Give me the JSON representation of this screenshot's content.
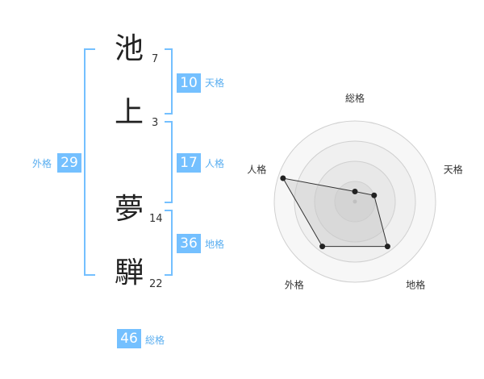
{
  "name": {
    "chars": [
      {
        "char": "池",
        "strokes": "7"
      },
      {
        "char": "上",
        "strokes": "3"
      },
      {
        "char": "夢",
        "strokes": "14"
      },
      {
        "char": "騨",
        "strokes": "22"
      }
    ]
  },
  "kakusu": {
    "tenkaku": {
      "value": "10",
      "label": "天格"
    },
    "jinkaku": {
      "value": "17",
      "label": "人格"
    },
    "chikaku": {
      "value": "36",
      "label": "地格"
    },
    "gaikaku": {
      "value": "29",
      "label": "外格"
    },
    "soukaku": {
      "value": "46",
      "label": "総格"
    }
  },
  "chart_data": {
    "type": "radar",
    "axes": [
      "総格",
      "天格",
      "地格",
      "外格",
      "人格"
    ],
    "rings": 4,
    "max": 4,
    "values": [
      0.5,
      1.0,
      2.75,
      2.75,
      3.75
    ]
  }
}
